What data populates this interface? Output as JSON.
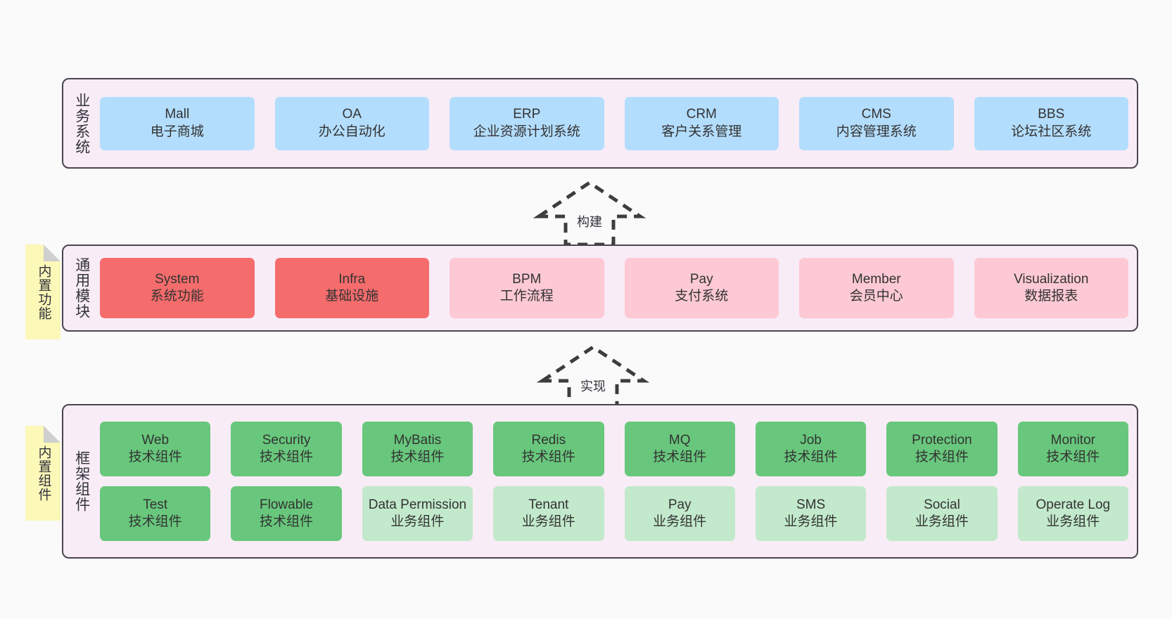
{
  "diagram": {
    "title_layers": [
      "业务系统",
      "通用模块",
      "框架组件"
    ],
    "background": "#fafafa",
    "layer_bg": "#f8ecf6",
    "layer_border": "#4a4450"
  },
  "notes": [
    {
      "name": "builtin-function",
      "label": "内置功能",
      "color": "#fbf8b8"
    },
    {
      "name": "builtin-component",
      "label": "内置组件",
      "color": "#fbf8b8"
    }
  ],
  "arrows": [
    {
      "name": "build-arrow",
      "label": "构建",
      "style": "dashed-hollow-up"
    },
    {
      "name": "implement-arrow",
      "label": "实现",
      "style": "dashed-hollow-up"
    }
  ],
  "business": {
    "title": "业务系统",
    "card_color": "#b3ddfd",
    "items": [
      {
        "en": "Mall",
        "cn": "电子商城"
      },
      {
        "en": "OA",
        "cn": "办公自动化"
      },
      {
        "en": "ERP",
        "cn": "企业资源计划系统"
      },
      {
        "en": "CRM",
        "cn": "客户关系管理"
      },
      {
        "en": "CMS",
        "cn": "内容管理系统"
      },
      {
        "en": "BBS",
        "cn": "论坛社区系统"
      }
    ]
  },
  "modules": {
    "title": "通用模块",
    "card_color": "#fcc9d4",
    "card_color_strong": "#f56c6c",
    "items": [
      {
        "en": "System",
        "cn": "系统功能",
        "strong": true
      },
      {
        "en": "Infra",
        "cn": "基础设施",
        "strong": true
      },
      {
        "en": "BPM",
        "cn": "工作流程",
        "strong": false
      },
      {
        "en": "Pay",
        "cn": "支付系统",
        "strong": false
      },
      {
        "en": "Member",
        "cn": "会员中心",
        "strong": false
      },
      {
        "en": "Visualization",
        "cn": "数据报表",
        "strong": false
      }
    ]
  },
  "framework": {
    "title": "框架组件",
    "tech_color": "#68c77c",
    "biz_color": "#c2e9cb",
    "row1": [
      {
        "en": "Web",
        "cn": "技术组件"
      },
      {
        "en": "Security",
        "cn": "技术组件"
      },
      {
        "en": "MyBatis",
        "cn": "技术组件"
      },
      {
        "en": "Redis",
        "cn": "技术组件"
      },
      {
        "en": "MQ",
        "cn": "技术组件"
      },
      {
        "en": "Job",
        "cn": "技术组件"
      },
      {
        "en": "Protection",
        "cn": "技术组件"
      },
      {
        "en": "Monitor",
        "cn": "技术组件"
      }
    ],
    "row2": [
      {
        "en": "Test",
        "cn": "技术组件",
        "kind": "tech"
      },
      {
        "en": "Flowable",
        "cn": "技术组件",
        "kind": "tech"
      },
      {
        "en": "Data Permission",
        "cn": "业务组件",
        "kind": "biz"
      },
      {
        "en": "Tenant",
        "cn": "业务组件",
        "kind": "biz"
      },
      {
        "en": "Pay",
        "cn": "业务组件",
        "kind": "biz"
      },
      {
        "en": "SMS",
        "cn": "业务组件",
        "kind": "biz"
      },
      {
        "en": "Social",
        "cn": "业务组件",
        "kind": "biz"
      },
      {
        "en": "Operate Log",
        "cn": "业务组件",
        "kind": "biz"
      }
    ]
  }
}
